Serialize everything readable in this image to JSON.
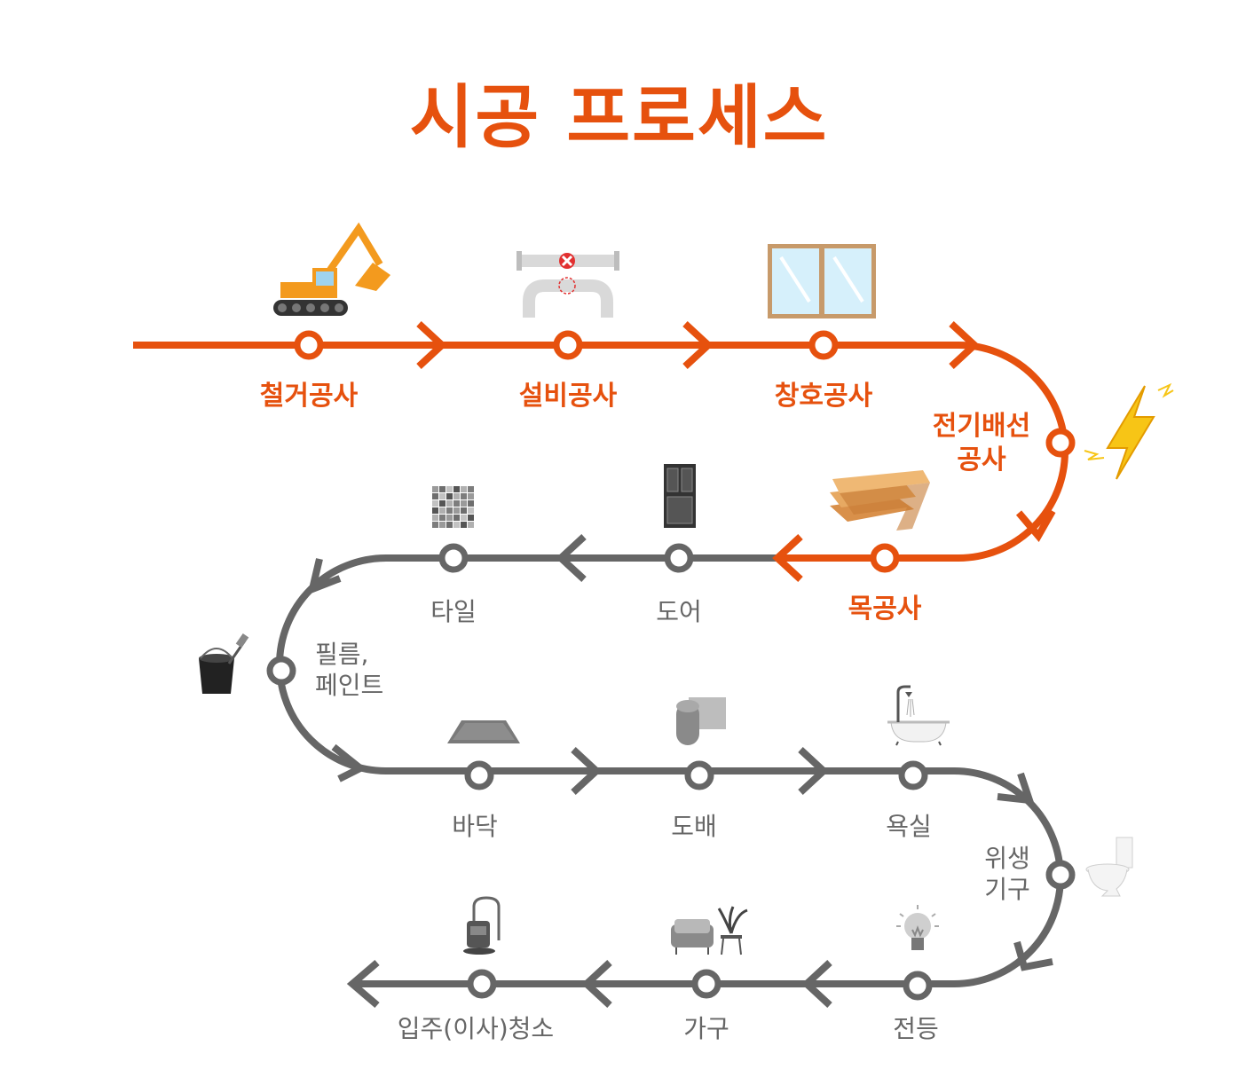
{
  "title": "시공 프로세스",
  "colors": {
    "done": "#e6510e",
    "todo": "#666666"
  },
  "steps": [
    {
      "label": "철거공사",
      "status": "done",
      "icon": "excavator-icon"
    },
    {
      "label": "설비공사",
      "status": "done",
      "icon": "pipe-icon"
    },
    {
      "label": "창호공사",
      "status": "done",
      "icon": "window-icon"
    },
    {
      "label": "전기배선\n공사",
      "status": "done",
      "icon": "lightning-icon"
    },
    {
      "label": "목공사",
      "status": "done",
      "icon": "wood-planks-icon"
    },
    {
      "label": "도어",
      "status": "todo",
      "icon": "door-icon"
    },
    {
      "label": "타일",
      "status": "todo",
      "icon": "tile-icon"
    },
    {
      "label": "필름,\n페인트",
      "status": "todo",
      "icon": "paint-bucket-icon"
    },
    {
      "label": "바닥",
      "status": "todo",
      "icon": "floor-mat-icon"
    },
    {
      "label": "도배",
      "status": "todo",
      "icon": "wallpaper-roll-icon"
    },
    {
      "label": "욕실",
      "status": "todo",
      "icon": "bathtub-icon"
    },
    {
      "label": "위생\n기구",
      "status": "todo",
      "icon": "toilet-icon"
    },
    {
      "label": "전등",
      "status": "todo",
      "icon": "light-bulb-icon"
    },
    {
      "label": "가구",
      "status": "todo",
      "icon": "furniture-icon"
    },
    {
      "label": "입주(이사)청소",
      "status": "todo",
      "icon": "vacuum-icon"
    }
  ]
}
